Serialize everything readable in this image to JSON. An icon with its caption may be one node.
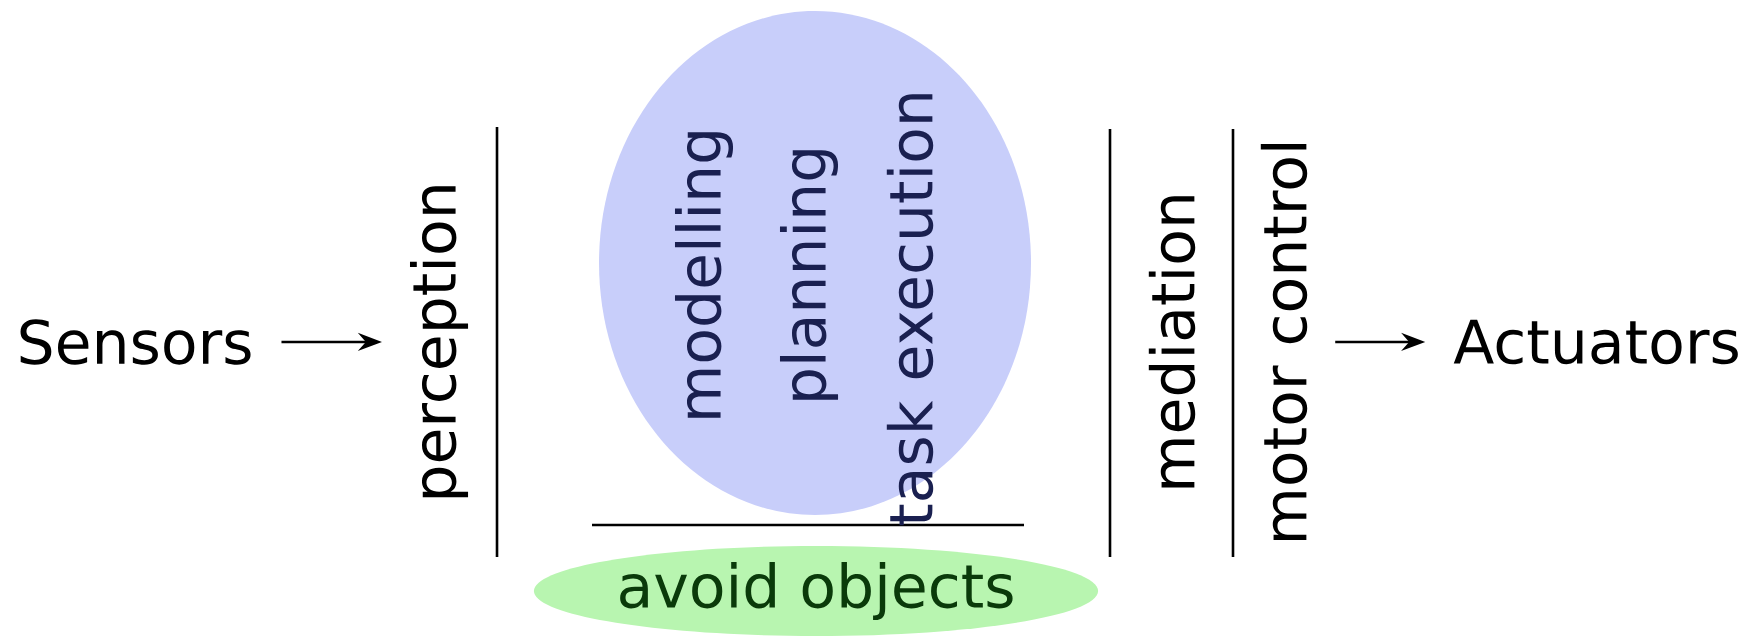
{
  "diagram": {
    "nodes": [
      {
        "text": [
          "Sensors"
        ]
      },
      {
        "text": [
          "perception"
        ]
      },
      {
        "text": [
          "modelling",
          "planning",
          "task execution"
        ]
      },
      {
        "text": [
          "avoid objects"
        ]
      },
      {
        "text": [
          "mediation"
        ]
      },
      {
        "text": [
          "motor control"
        ]
      },
      {
        "text": [
          "Actuators"
        ]
      }
    ],
    "edges": [
      {
        "from": 0,
        "to": 1,
        "arrow": "to"
      },
      {
        "from": 5,
        "to": 6,
        "arrow": "to"
      }
    ]
  }
}
